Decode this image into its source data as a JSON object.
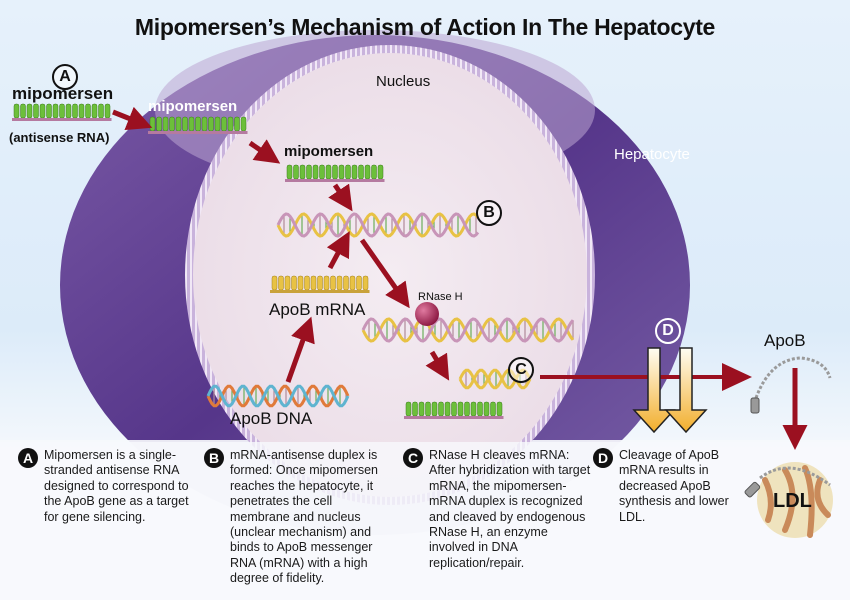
{
  "title": "Mipomersen’s Mechanism of Action In The Hepatocyte",
  "labels": {
    "nucleus": "Nucleus",
    "hepatocyte": "Hepatocyte",
    "mipomersen_outside": "mipomersen",
    "antisense_rna": "(antisense RNA)",
    "mipomersen_membrane": "mipomersen",
    "mipomersen_nucleus": "mipomersen",
    "apob_mrna": "ApoB mRNA",
    "apob_dna": "ApoB DNA",
    "rnase_h": "RNase H",
    "apob_protein": "ApoB",
    "ldl": "LDL"
  },
  "step_markers": [
    "A",
    "B",
    "C",
    "D"
  ],
  "colors": {
    "arrow": "#9b1020",
    "cell": "#5b3a8c",
    "nucleus": "#f1e4ee",
    "antisense_green": "#6cbf3a",
    "mrna_yellow": "#e8c244",
    "down_arrow": "#f3b53a"
  },
  "steps": [
    {
      "letter": "A",
      "text": "Mipomersen is a single-stranded antisense RNA designed to correspond to the ApoB gene as a target for gene silencing."
    },
    {
      "letter": "B",
      "text": "mRNA-antisense duplex is formed: Once mipomersen reaches the hepatocyte, it penetrates the cell membrane and nucleus (unclear mechanism) and binds to ApoB messenger RNA (mRNA) with a high degree of fidelity."
    },
    {
      "letter": "C",
      "text": "RNase H cleaves mRNA: After hybridization with target mRNA, the mipomersen-mRNA duplex is recognized and cleaved by endogenous RNase H, an enzyme involved in DNA replication/repair."
    },
    {
      "letter": "D",
      "text": "Cleavage of ApoB mRNA results in decreased ApoB synthesis and lower LDL."
    }
  ]
}
